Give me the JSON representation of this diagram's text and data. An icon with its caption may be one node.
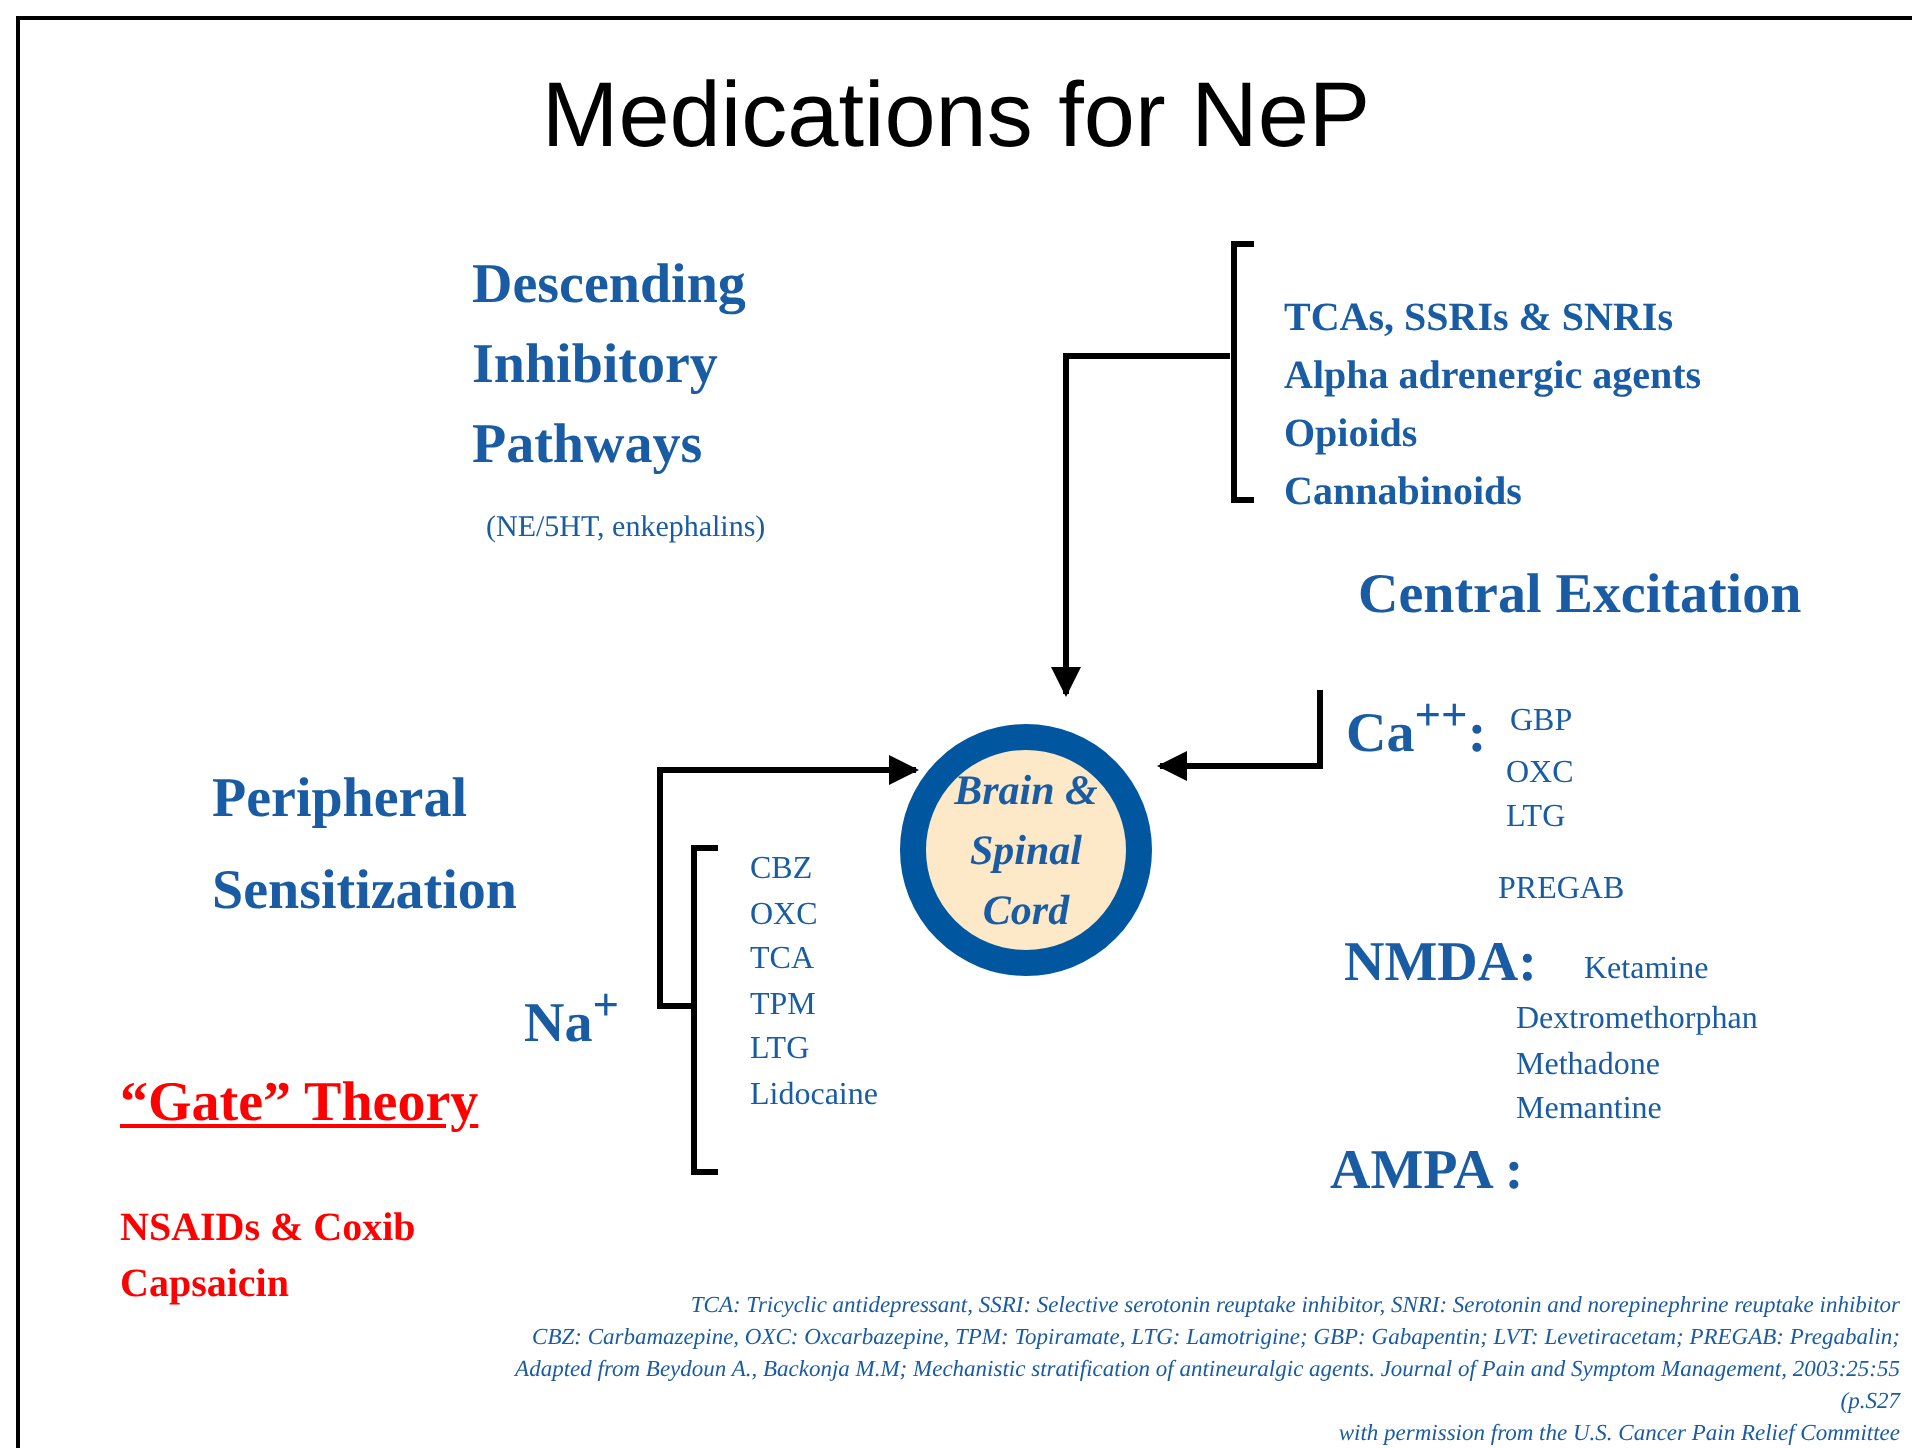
{
  "diagram": {
    "title": "Medications for NeP",
    "nodes": [
      {
        "text": [
          "Brain & Spinal Cord"
        ]
      },
      {
        "text": [
          "TCAs, SSRIs & SNRIs",
          "Alpha adrenergic agents",
          "Opioids",
          "Cannabinoids"
        ]
      },
      {
        "text": [
          "Ca$^{++}$:",
          "GBP",
          "OXC",
          "LTG",
          "PREGAB"
        ]
      },
      {
        "text": [
          "CBZ",
          "OXC",
          "TCA",
          "TPM",
          "LTG",
          "Lidocaine"
        ]
      }
    ],
    "edges": [
      {
        "from": 1,
        "to": 0,
        "arrow": "to"
      },
      {
        "from": 2,
        "to": 0,
        "arrow": "to"
      },
      {
        "from": 3,
        "to": 0,
        "arrow": "to"
      }
    ],
    "labels": [
      "Descending Inhibitory Pathways",
      "(NE/5HT, enkephalins)",
      "Central Excitation",
      "Peripheral Sensitization",
      "Na$^{+}$",
      "“Gate” Theory",
      "NSAIDs & Coxib Capsaicin",
      "NMDA:",
      "Ketamine",
      "Dextromethorphan",
      "Methadone",
      "Memantine",
      "AMPA :",
      "TCA: Tricyclic antidepressant, SSRI: Selective serotonin reuptake inhibitor, SNRI: Serotonin and norepinephrine reuptake inhibitor",
      "CBZ: Carbamazepine, OXC: Oxcarbazepine, TPM: Topiramate, LTG: Lamotrigine; GBP: Gabapentin; LVT: Levetiracetam; PREGAB: Pregabalin;",
      "Adapted from Beydoun A., Backonja M.M; Mechanistic stratification of antineuralgic agents. Journal of Pain and Symptom Management, 2003:25:55",
      "(p.S27",
      "with permission from the U.S. Cancer Pain Relief Committee"
    ]
  }
}
